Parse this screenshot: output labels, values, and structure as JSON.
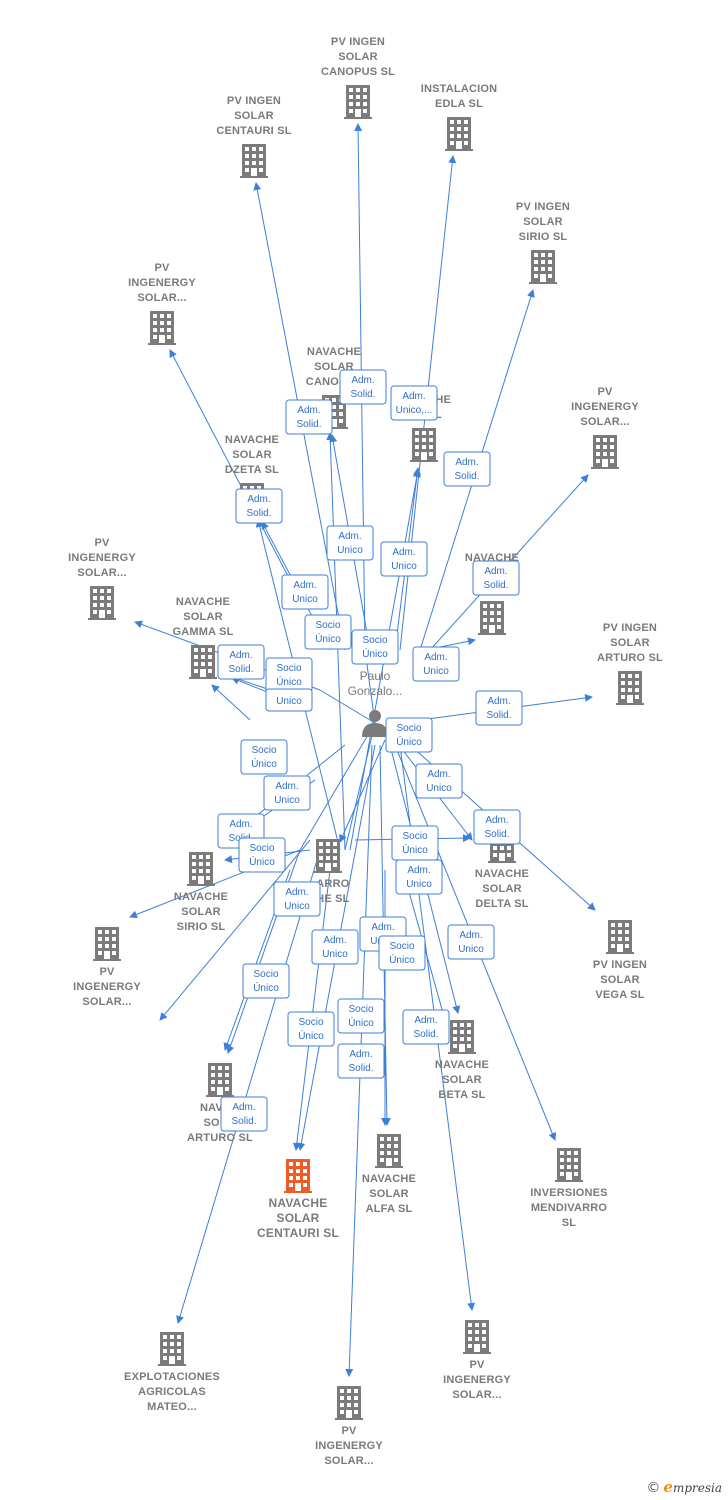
{
  "colors": {
    "edge": "#3d7fd9",
    "building": "#7b7b7b",
    "building_highlight": "#f05a24",
    "label": "#7a7a7a"
  },
  "person": {
    "label": [
      "Paulo",
      "Gonzalo..."
    ],
    "icon": "person-icon"
  },
  "nodes": [
    {
      "id": "pv-ingen-solar-canopus",
      "label": [
        "PV INGEN",
        "SOLAR",
        "CANOPUS  SL"
      ]
    },
    {
      "id": "instalacion-edla",
      "label": [
        "INSTALACION",
        "EDLA  SL"
      ]
    },
    {
      "id": "pv-ingen-solar-centauri",
      "label": [
        "PV INGEN",
        "SOLAR",
        "CENTAURI  SL"
      ]
    },
    {
      "id": "pv-ingen-solar-sirio",
      "label": [
        "PV INGEN",
        "SOLAR",
        "SIRIO  SL"
      ]
    },
    {
      "id": "pv-ingenergy-solar-1",
      "label": [
        "PV",
        "INGENERGY",
        "SOLAR..."
      ]
    },
    {
      "id": "navache-solar-canopus",
      "label": [
        "NAVACHE",
        "SOLAR",
        "CANOPUS"
      ]
    },
    {
      "id": "navache-b",
      "label": [
        "NAVACHE",
        "B...  SL"
      ]
    },
    {
      "id": "pv-ingenergy-solar-2",
      "label": [
        "PV",
        "INGENERGY",
        "SOLAR..."
      ]
    },
    {
      "id": "navache-solar-dzeta",
      "label": [
        "NAVACHE",
        "SOLAR",
        "DZETA  SL"
      ]
    },
    {
      "id": "pv-ingenergy-solar-3",
      "label": [
        "PV",
        "INGENERGY",
        "SOLAR..."
      ]
    },
    {
      "id": "navache-solar-ve",
      "label": [
        "NAVACHE",
        "S...",
        "VE..."
      ]
    },
    {
      "id": "navache-solar-gamma",
      "label": [
        "NAVACHE",
        "SOLAR",
        "GAMMA  SL"
      ]
    },
    {
      "id": "pv-ingen-solar-arturo",
      "label": [
        "PV INGEN",
        "SOLAR",
        "ARTURO  SL"
      ]
    },
    {
      "id": "navarro",
      "label": [
        "...ARRO",
        "...HE  SL"
      ]
    },
    {
      "id": "navache-solar-delta",
      "label": [
        "NAVACHE",
        "SOLAR",
        "DELTA  SL"
      ]
    },
    {
      "id": "navache-solar-sirio",
      "label": [
        "NAVACHE",
        "SOLAR",
        "SIRIO  SL"
      ]
    },
    {
      "id": "pv-ingen-solar-vega",
      "label": [
        "PV INGEN",
        "SOLAR",
        "VEGA  SL"
      ]
    },
    {
      "id": "pv-ingenergy-solar-4",
      "label": [
        "PV",
        "INGENERGY",
        "SOLAR..."
      ]
    },
    {
      "id": "navache-solar-beta",
      "label": [
        "NAVACHE",
        "SOLAR",
        "BETA  SL"
      ]
    },
    {
      "id": "navache-solar-arturo",
      "label": [
        "NAVA...",
        "SOL...",
        "ARTURO  SL"
      ]
    },
    {
      "id": "navache-solar-centauri",
      "label": [
        "NAVACHE",
        "SOLAR",
        "CENTAURI  SL"
      ],
      "highlight": true
    },
    {
      "id": "navache-solar-alfa",
      "label": [
        "NAVACHE",
        "SOLAR",
        "ALFA  SL"
      ]
    },
    {
      "id": "inversiones-mendivarro",
      "label": [
        "INVERSIONES",
        "MENDIVARRO",
        "SL"
      ]
    },
    {
      "id": "explotaciones-agricolas-mateo",
      "label": [
        "EXPLOTACIONES",
        "AGRICOLAS",
        "MATEO..."
      ]
    },
    {
      "id": "pv-ingenergy-solar-5",
      "label": [
        "PV",
        "INGENERGY",
        "SOLAR..."
      ]
    },
    {
      "id": "pv-ingenergy-solar-6",
      "label": [
        "PV",
        "INGENERGY",
        "SOLAR..."
      ]
    }
  ],
  "badges": [
    [
      "Adm.",
      "Solid."
    ],
    [
      "Adm.",
      "Unico,..."
    ],
    [
      "Adm.",
      "Solid."
    ],
    [
      "Adm.",
      "Solid."
    ],
    [
      "Adm.",
      "Solid."
    ],
    [
      "Adm.",
      "Unico"
    ],
    [
      "Adm.",
      "Unico"
    ],
    [
      "Adm.",
      "Solid."
    ],
    [
      "Adm.",
      "Unico"
    ],
    [
      "Socio",
      "Único"
    ],
    [
      "Socio",
      "Único"
    ],
    [
      "Adm.",
      "Unico"
    ],
    [
      "Adm.",
      "Solid."
    ],
    [
      "Socio",
      "Único"
    ],
    [
      "Unico"
    ],
    [
      "Adm.",
      "Solid."
    ],
    [
      "Socio",
      "Único"
    ],
    [
      "Socio",
      "Único"
    ],
    [
      "Adm.",
      "Unico"
    ],
    [
      "Adm.",
      "Unico"
    ],
    [
      "Adm.",
      "Solid."
    ],
    [
      "Socio",
      "Único"
    ],
    [
      "Socio",
      "Único"
    ],
    [
      "Adm.",
      "Solid."
    ],
    [
      "Adm.",
      "Unico"
    ],
    [
      "Adm.",
      "Unico"
    ],
    [
      "Adm.",
      "Unico"
    ],
    [
      "Adm.",
      "Unico"
    ],
    [
      "Socio",
      "Único"
    ],
    [
      "Adm.",
      "Unico"
    ],
    [
      "Socio",
      "Único"
    ],
    [
      "Socio",
      "Único"
    ],
    [
      "Socio",
      "Único"
    ],
    [
      "Adm.",
      "Solid."
    ],
    [
      "Adm.",
      "Solid."
    ],
    [
      "Adm.",
      "Solid."
    ]
  ],
  "watermark": {
    "copyright": "©",
    "brand_initial": "e",
    "brand_rest": "mpresia"
  }
}
